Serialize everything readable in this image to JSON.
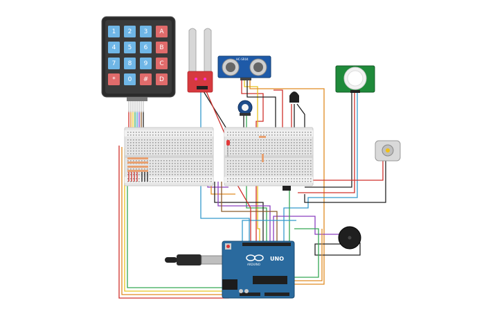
{
  "keypad": {
    "keys": [
      "1",
      "2",
      "3",
      "A",
      "4",
      "5",
      "6",
      "B",
      "7",
      "8",
      "9",
      "C",
      "*",
      "0",
      "#",
      "D"
    ]
  },
  "arduino": {
    "logo": "UNO",
    "brand": "ARDUINO"
  },
  "ultrasonic": {
    "label": "HC-SR04"
  },
  "colors": {
    "keypad_body": "#2b2b2b",
    "key_blue": "#6fb6e6",
    "key_red": "#e06b6b",
    "arduino_blue": "#2a6a9e",
    "sensor_red": "#d6393f",
    "pir_green": "#1f8a3a",
    "wire_red": "#d0302b",
    "wire_black": "#222222",
    "wire_orange": "#e08a20",
    "wire_yellow": "#e7c21c",
    "wire_green": "#34a853",
    "wire_blue": "#3399cc",
    "wire_purple": "#8a3fbf",
    "wire_brown": "#8b5a2b"
  }
}
